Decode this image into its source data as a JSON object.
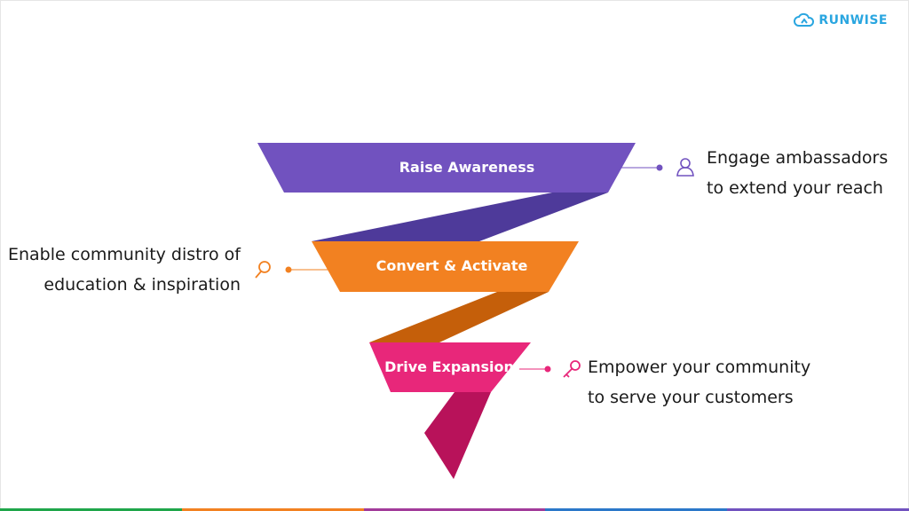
{
  "brand": {
    "name": "RUNWISE",
    "color": "#2aa6e0"
  },
  "stages": [
    {
      "label": "Raise Awareness",
      "color": "#7152bf",
      "ribbon_color": "#4e3a9a",
      "icon": "user-icon",
      "description": [
        "Engage ambassadors",
        "to extend your reach"
      ]
    },
    {
      "label": "Convert & Activate",
      "color": "#f28121",
      "ribbon_color": "#c55f0a",
      "icon": "magnifier-icon",
      "description": [
        "Enable community distro of",
        "education & inspiration"
      ]
    },
    {
      "label": "Drive Expansion",
      "color": "#e8277a",
      "ribbon_color": "#b8125a",
      "icon": "key-icon",
      "description": [
        "Empower your community",
        "to serve your customers"
      ]
    }
  ],
  "bottom_bar_colors": [
    "#1fa64a",
    "#f28121",
    "#a23b9a",
    "#2b78c9",
    "#7152bf"
  ]
}
